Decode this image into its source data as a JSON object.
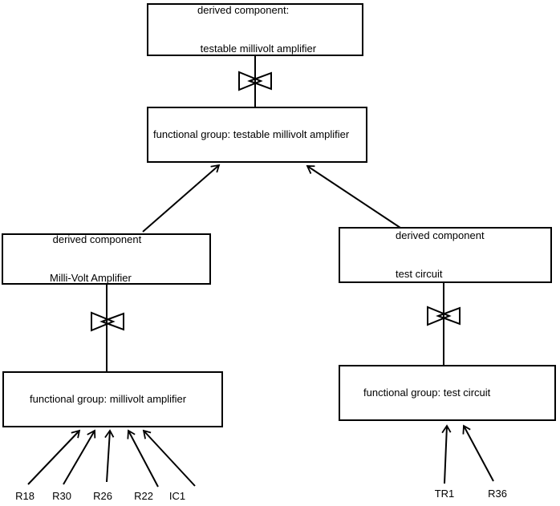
{
  "diagram": {
    "nodes": {
      "derived_testable": {
        "line1": "derived component:",
        "line2": " testable millivolt amplifier"
      },
      "fg_testable": {
        "label": "functional group: testable millivolt amplifier"
      },
      "derived_mva": {
        "line1": " derived component",
        "line2": "Milli-Volt Amplifier"
      },
      "derived_test": {
        "line1": "derived component",
        "line2": "test circuit"
      },
      "fg_mva": {
        "label": "functional group: millivolt amplifier"
      },
      "fg_test": {
        "label": "functional group: test circuit"
      }
    },
    "components": {
      "left": [
        "R18",
        "R30",
        "R26",
        "R22",
        "IC1"
      ],
      "right": [
        "TR1",
        "R36"
      ]
    },
    "icons": {
      "bowtie": "bowtie-decomposition-icon",
      "arrowhead": "open-arrowhead-icon"
    },
    "colors": {
      "stroke": "#000000",
      "background": "#ffffff",
      "text": "#000000"
    }
  }
}
